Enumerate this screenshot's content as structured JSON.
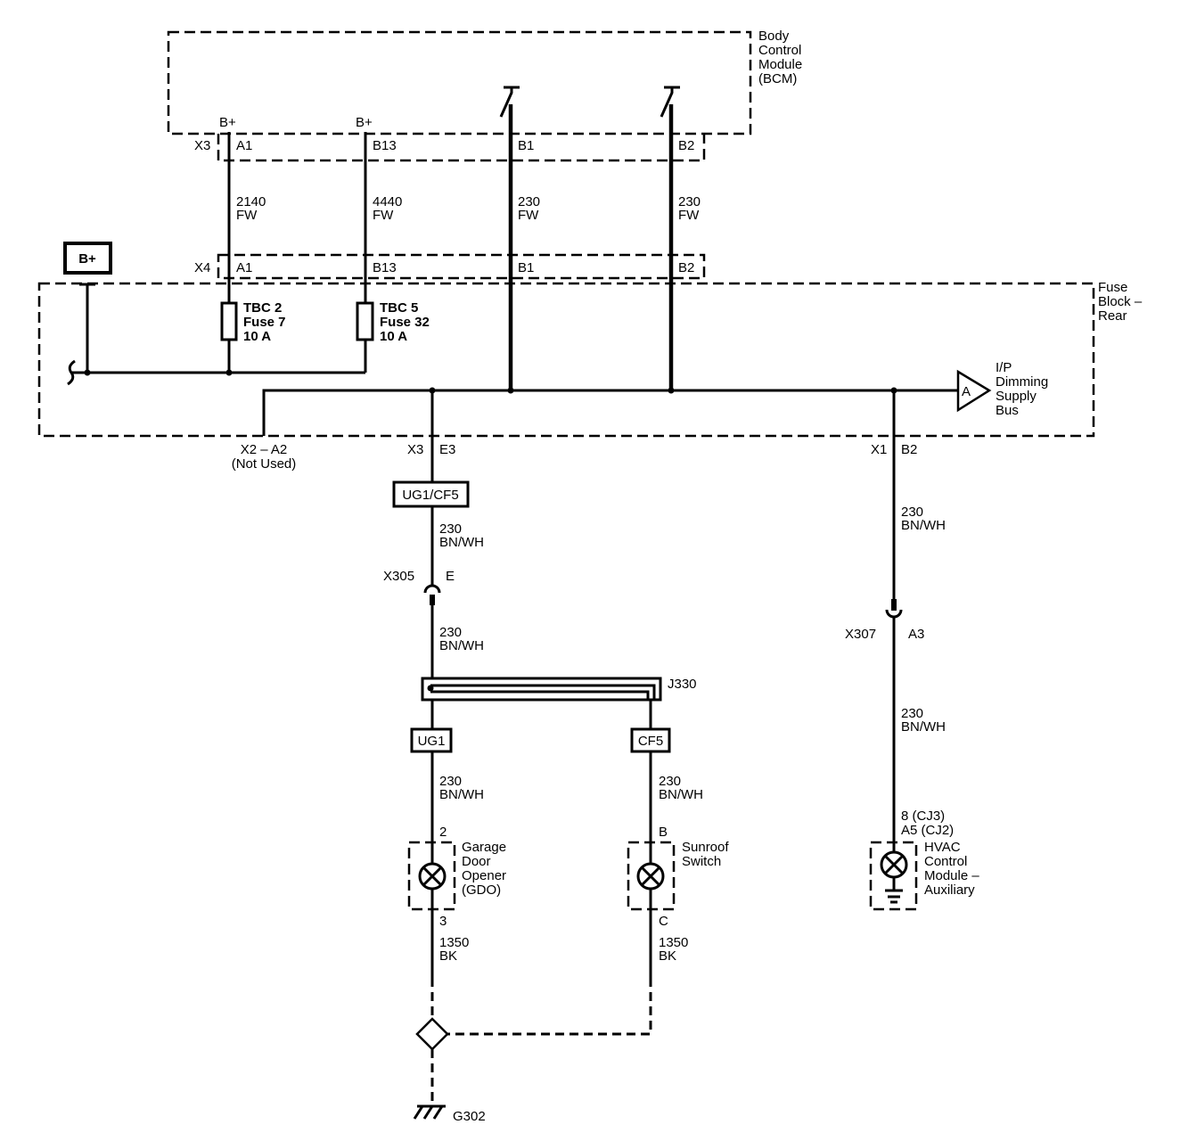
{
  "bcm": {
    "title": [
      "Body",
      "Control",
      "Module",
      "(BCM)"
    ],
    "power_a1": "B+",
    "power_b13": "B+"
  },
  "x3_bcm": {
    "connector": "X3",
    "pins": [
      "A1",
      "B13",
      "B1",
      "B2"
    ]
  },
  "upper_wires": [
    {
      "circuit": "2140",
      "color": "FW"
    },
    {
      "circuit": "4440",
      "color": "FW"
    },
    {
      "circuit": "230",
      "color": "FW"
    },
    {
      "circuit": "230",
      "color": "FW"
    }
  ],
  "x4": {
    "connector": "X4",
    "pins": [
      "A1",
      "B13",
      "B1",
      "B2"
    ]
  },
  "battery": {
    "label": "B+"
  },
  "fuse_block": {
    "title": [
      "Fuse",
      "Block –",
      "Rear"
    ],
    "fuses": [
      [
        "TBC 2",
        "Fuse 7",
        "10 A"
      ],
      [
        "TBC 5",
        "Fuse 32",
        "10 A"
      ]
    ],
    "not_used": [
      "X2 – A2",
      "(Not Used)"
    ],
    "bus_symbol": "A",
    "bus_label": [
      "I/P",
      "Dimming",
      "Supply",
      "Bus"
    ]
  },
  "left_branch": {
    "connector": "X3",
    "pin": "E3",
    "splice_pack": "UG1/CF5",
    "wire_a": {
      "circuit": "230",
      "color": "BN/WH"
    },
    "inline_connector": "X305",
    "inline_pin": "E",
    "wire_b": {
      "circuit": "230",
      "color": "BN/WH"
    },
    "splice": "J330"
  },
  "gdo": {
    "tag": "UG1",
    "wire_in": {
      "circuit": "230",
      "color": "BN/WH"
    },
    "pin_in": "2",
    "title": [
      "Garage",
      "Door",
      "Opener",
      "(GDO)"
    ],
    "pin_out": "3",
    "wire_out": {
      "circuit": "1350",
      "color": "BK"
    }
  },
  "sunroof": {
    "tag": "CF5",
    "wire_in": {
      "circuit": "230",
      "color": "BN/WH"
    },
    "pin_in": "B",
    "title": [
      "Sunroof",
      "Switch"
    ],
    "pin_out": "C",
    "wire_out": {
      "circuit": "1350",
      "color": "BK"
    }
  },
  "ground": {
    "label": "G302"
  },
  "right_branch": {
    "connector": "X1",
    "pin": "B2",
    "wire_a": {
      "circuit": "230",
      "color": "BN/WH"
    },
    "inline_connector": "X307",
    "inline_pin": "A3",
    "wire_b": {
      "circuit": "230",
      "color": "BN/WH"
    },
    "module_pins": [
      "8 (CJ3)",
      "A5 (CJ2)"
    ]
  },
  "hvac": {
    "title": [
      "HVAC",
      "Control",
      "Module –",
      "Auxiliary"
    ]
  }
}
